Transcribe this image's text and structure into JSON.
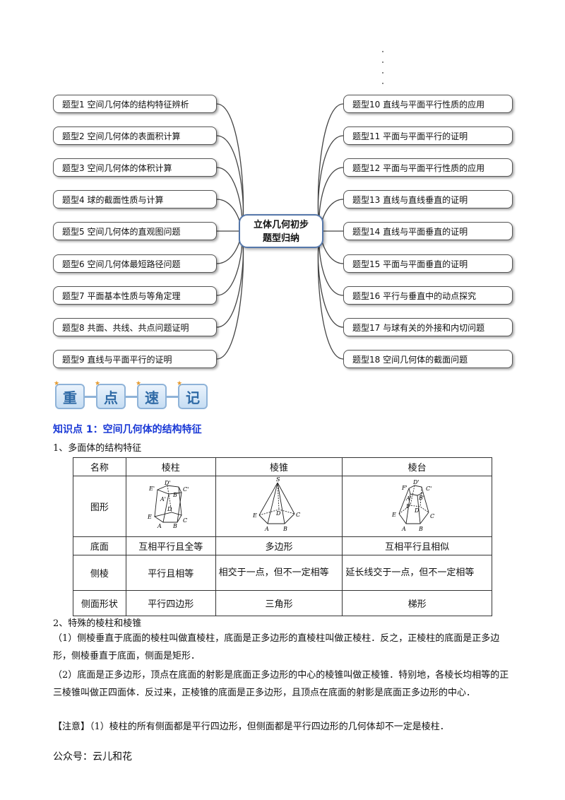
{
  "mindmap": {
    "center_line1": "立体几何初步",
    "center_line2": "题型归纳",
    "left_items": [
      "题型1  空间几何体的结构特征辨析",
      "题型2  空间几何体的表面积计算",
      "题型3  空间几何体的体积计算",
      "题型4  球的截面性质与计算",
      "题型5  空间几何体的直观图问题",
      "题型6 空间几何体最短路径问题",
      "题型7  平面基本性质与等角定理",
      "题型8  共面、共线、共点问题证明",
      "题型9  直线与平面平行的证明"
    ],
    "right_items": [
      "题型10  直线与平面平行性质的应用",
      "题型11 平面与平面平行的证明",
      "题型12  平面与平面平行性质的应用",
      "题型13  直线与直线垂直的证明",
      "题型14  直线与平面垂直的证明",
      "题型15  平面与平面垂直的证明",
      "题型16  平行与垂直中的动点探究",
      "题型17  与球有关的外接和内切问题",
      "题型18  空间几何体的截面问题"
    ]
  },
  "badges": [
    "重",
    "点",
    "速",
    "记"
  ],
  "knowledge_point_title": "知识点 1：空间几何体的结构特征",
  "section1_title": "1、多面体的结构特征",
  "table": {
    "headers": [
      "名称",
      "棱柱",
      "棱锥",
      "棱台"
    ],
    "figure_row_label": "图形",
    "rows": [
      {
        "label": "底面",
        "prism": "互相平行且全等",
        "pyramid": "多边形",
        "frustum": "互相平行且相似"
      },
      {
        "label": "侧棱",
        "prism": "平行且相等",
        "pyramid": "相交于一点，但不一定相等",
        "frustum": "延长线交于一点，但不一定相等"
      },
      {
        "label": "侧面形状",
        "prism": "平行四边形",
        "pyramid": "三角形",
        "frustum": "梯形"
      }
    ],
    "figure_labels": {
      "prism": [
        "E'",
        "D'",
        "C'",
        "B'",
        "A'",
        "D",
        "E",
        "A",
        "B",
        "C"
      ],
      "pyramid": [
        "S",
        "E",
        "D",
        "A",
        "B",
        "C"
      ],
      "frustum": [
        "F'",
        "D'",
        "C'",
        "B'",
        "A'",
        "F",
        "D",
        "C",
        "E",
        "A",
        "B"
      ]
    }
  },
  "section2_title": "2、特殊的棱柱和棱锥",
  "para1": "（1）侧棱垂直于底面的棱柱叫做直棱柱，底面是正多边形的直棱柱叫做正棱柱．反之，正棱柱的底面是正多边形，侧棱垂直于底面，侧面是矩形．",
  "para2": "（2）底面是正多边形，顶点在底面的射影是底面正多边形的中心的棱锥叫做正棱锥．特别地，各棱长均相等的正三棱锥叫做正四面体．反过来，正棱锥的底面是正多边形，且顶点在底面的射影是底面正多边形的中心．",
  "note": "【注意】（1）棱柱的所有侧面都是平行四边形，但侧面都是平行四边形的几何体却不一定是棱柱．",
  "footer": "公众号：云儿和花",
  "colors": {
    "accent_blue": "#1a39d6",
    "badge_blue": "#2f6aa6",
    "badge_star": "#e69a2e"
  }
}
